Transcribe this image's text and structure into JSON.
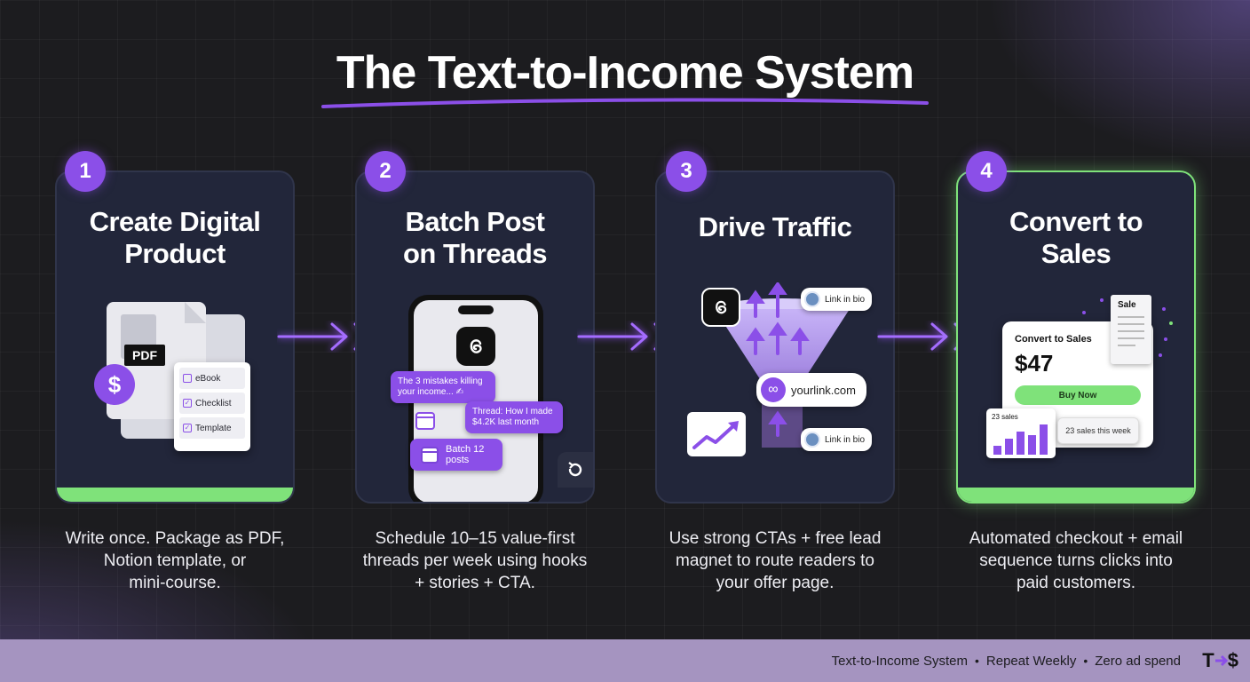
{
  "title": "The Text-to-Income System",
  "colors": {
    "accent_purple": "#8b4fe8",
    "accent_green": "#7fe27a",
    "background": "#1c1c1f",
    "card": "#22263a",
    "footer": "#a594c0"
  },
  "steps": [
    {
      "number": "1",
      "title_line1": "Create Digital",
      "title_line2": "Product",
      "description_lines": [
        "Write once. Package as PDF,",
        "Notion template, or",
        "mini-course."
      ],
      "illustration": {
        "pdf_label": "PDF",
        "currency_icon": "$",
        "list_items": [
          "eBook",
          "Checklist",
          "Template"
        ]
      }
    },
    {
      "number": "2",
      "title_line1": "Batch Post",
      "title_line2": "on Threads",
      "description_lines": [
        "Schedule 10–15 value-first",
        "threads per week using hooks",
        "+ stories + CTA."
      ],
      "illustration": {
        "bubble1": "The 3 mistakes killing your income... ✍",
        "bubble2": "Thread: How I made $4.2K last month",
        "bubble3": "Batch 12 posts"
      }
    },
    {
      "number": "3",
      "title_line1": "Drive Traffic",
      "title_line2": "",
      "description_lines": [
        "Use strong CTAs + free lead",
        "magnet to route readers to",
        "your offer page."
      ],
      "illustration": {
        "chip_top": "Link in bio",
        "chip_bottom": "Link in bio",
        "link": "yourlink.com"
      }
    },
    {
      "number": "4",
      "title_line1": "Convert to",
      "title_line2": "Sales",
      "description_lines": [
        "Automated checkout + email",
        "sequence turns clicks into",
        "paid customers."
      ],
      "illustration": {
        "receipt_title": "Sale",
        "card_label": "Convert to Sales",
        "price": "$47",
        "button": "Buy Now",
        "mini_chart_label": "23 sales",
        "stat": "23 sales this week"
      }
    }
  ],
  "footer": {
    "items": [
      "Text-to-Income System",
      "Repeat Weekly",
      "Zero ad spend"
    ],
    "separator": "•",
    "logo_left": "T",
    "logo_right": "$"
  }
}
